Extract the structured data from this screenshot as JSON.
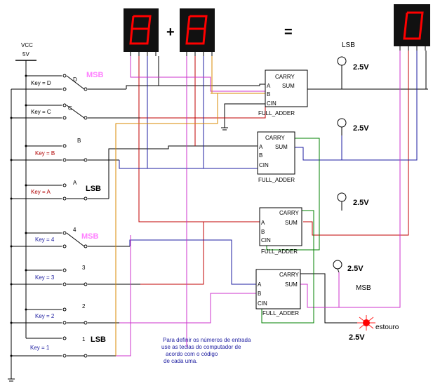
{
  "supply": {
    "vcc": "VCC",
    "voltage": "5V"
  },
  "keys": [
    {
      "label": "Key = D",
      "letter": "D"
    },
    {
      "label": "Key = C",
      "letter": "C"
    },
    {
      "label": "Key = B",
      "letter": "B"
    },
    {
      "label": "Key = A",
      "letter": "A"
    },
    {
      "label": "Key = 4",
      "letter": "4"
    },
    {
      "label": "Key = 3",
      "letter": "3"
    },
    {
      "label": "Key = 2",
      "letter": "2"
    },
    {
      "label": "Key = 1",
      "letter": "1"
    }
  ],
  "group_labels": {
    "msb": "MSB",
    "lsb": "LSB"
  },
  "operators": {
    "plus": "+",
    "equals": "="
  },
  "adders": [
    {
      "name": "FULL_ADDER",
      "carry": "CARRY",
      "sum": "SUM",
      "a": "A",
      "b": "B",
      "cin": "CIN"
    },
    {
      "name": "FULL_ADDER",
      "carry": "CARRY",
      "sum": "SUM",
      "a": "A",
      "b": "B",
      "cin": "CIN"
    },
    {
      "name": "FULL_ADDER",
      "carry": "CARRY",
      "sum": "SUM",
      "a": "A",
      "b": "B",
      "cin": "CIN"
    },
    {
      "name": "FULL_ADDER",
      "carry": "CARRY",
      "sum": "SUM",
      "a": "A",
      "b": "B",
      "cin": "CIN"
    }
  ],
  "probes": [
    {
      "value": "2.5V"
    },
    {
      "value": "2.5V"
    },
    {
      "value": "2.5V"
    },
    {
      "value": "2.5V"
    }
  ],
  "output_labels": {
    "lsb": "LSB",
    "msb": "MSB"
  },
  "overflow": {
    "label": "estouro",
    "value": "2.5V"
  },
  "note": {
    "line1": "Para definir os números de entrada",
    "line2": "use as teclas do computador de",
    "line3": "acordo com o código",
    "line4": "de cada uma."
  },
  "colors": {
    "red": "#c00000",
    "blue": "#1c1ca0",
    "pink": "#cc33cc",
    "orange": "#d88a00",
    "green": "#008000",
    "display_seg": "#ff0000"
  }
}
